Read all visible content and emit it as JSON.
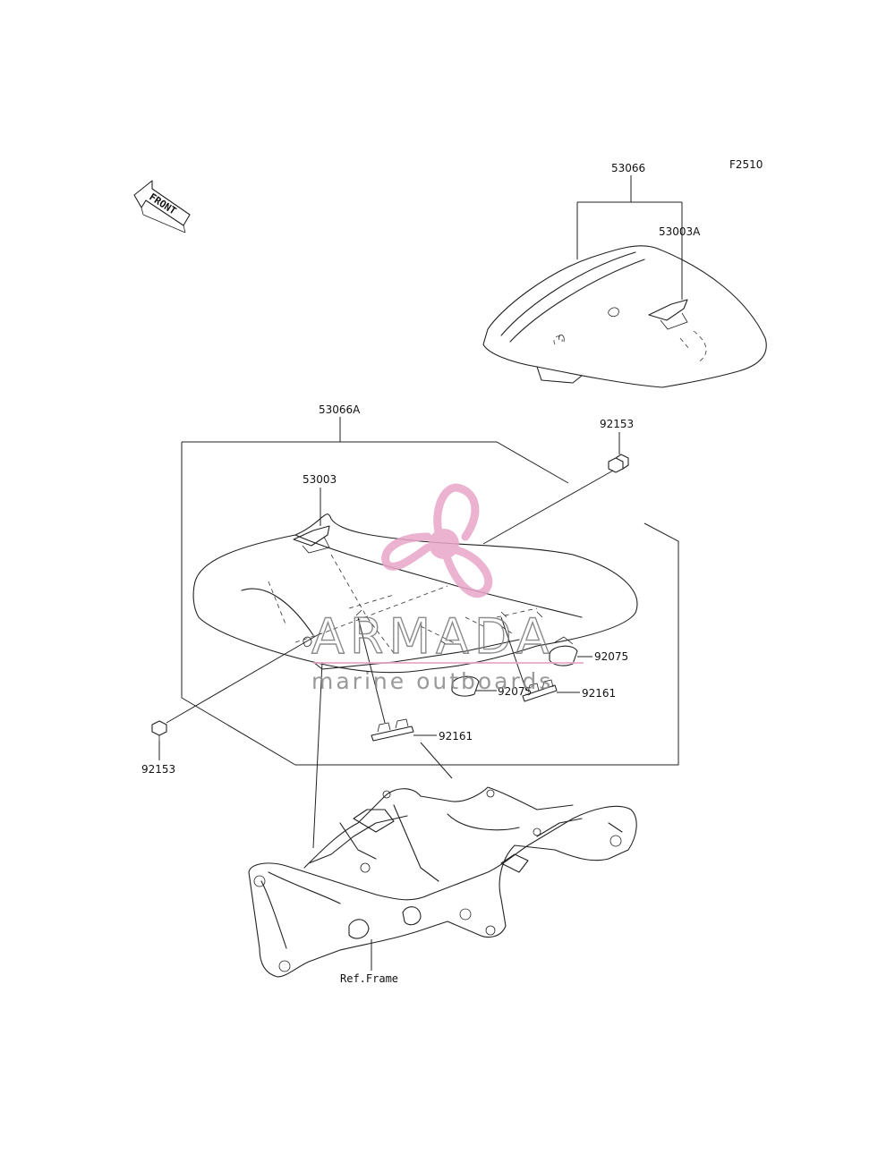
{
  "diagram": {
    "code": "F2510",
    "front_arrow": "FRONT",
    "parts": {
      "seat_rear_assy": "53066",
      "seat_rear_strap": "53003A",
      "seat_front_assy": "53066A",
      "seat_front_strap": "53003",
      "bolt_right": "92153",
      "bolt_left": "92153",
      "damper_right": "92075",
      "damper_center": "92075",
      "bracket_right": "92161",
      "bracket_center": "92161",
      "frame_ref": "Ref.Frame"
    }
  },
  "watermark": {
    "brand": "ARMADA",
    "tagline": "marine outboards",
    "color": "#e8a6c8"
  }
}
